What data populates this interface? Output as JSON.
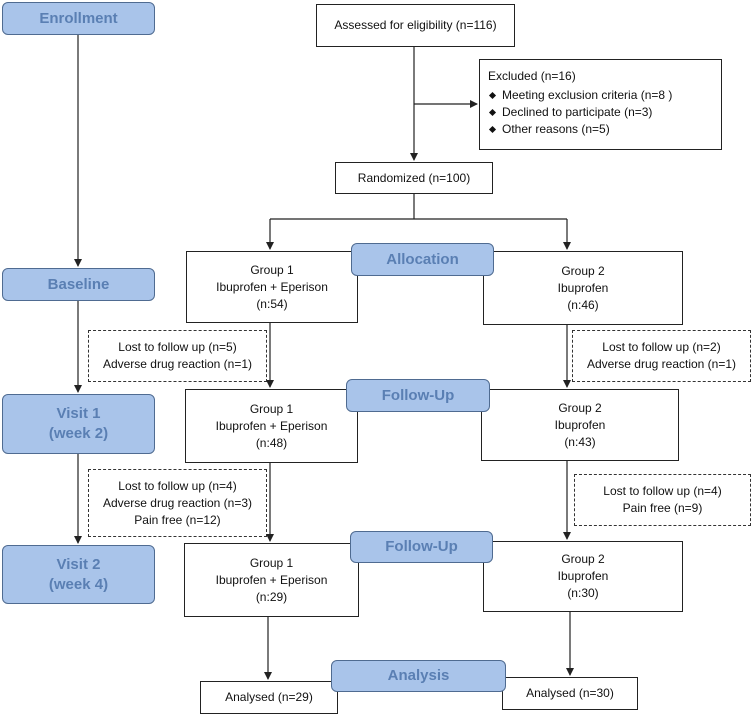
{
  "stages": {
    "enrollment": "Enrollment",
    "baseline": "Baseline",
    "visit1": [
      "Visit 1",
      "(week 2)"
    ],
    "visit2": [
      "Visit 2",
      "(week 4)"
    ],
    "allocation": "Allocation",
    "followup1": "Follow-Up",
    "followup2": "Follow-Up",
    "analysis": "Analysis"
  },
  "assessed": "Assessed for eligibility (n=116)",
  "excluded": {
    "title": "Excluded  (n=16)",
    "items": [
      "Meeting exclusion criteria (n=8 )",
      "Declined to participate (n=3)",
      "Other reasons (n=5)"
    ]
  },
  "randomized": "Randomized (n=100)",
  "alloc": {
    "g1": [
      "Group 1",
      "Ibuprofen + Eperison",
      "(n:54)"
    ],
    "g2": [
      "Group 2",
      "Ibuprofen",
      "(n:46)"
    ]
  },
  "lost1": {
    "g1": [
      "Lost to follow up (n=5)",
      "Adverse drug reaction (n=1)"
    ],
    "g2": [
      "Lost to follow up (n=2)",
      "Adverse drug reaction (n=1)"
    ]
  },
  "fu1": {
    "g1": [
      "Group 1",
      "Ibuprofen + Eperison",
      "(n:48)"
    ],
    "g2": [
      "Group 2",
      "Ibuprofen",
      "(n:43)"
    ]
  },
  "lost2": {
    "g1": [
      "Lost to follow up (n=4)",
      "Adverse drug reaction (n=3)",
      "Pain free (n=12)"
    ],
    "g2": [
      "Lost to follow up (n=4)",
      "Pain free (n=9)"
    ]
  },
  "fu2": {
    "g1": [
      "Group 1",
      "Ibuprofen + Eperison",
      "(n:29)"
    ],
    "g2": [
      "Group 2",
      "Ibuprofen",
      "(n:30)"
    ]
  },
  "analysed": {
    "g1": "Analysed (n=29)",
    "g2": "Analysed (n=30)"
  }
}
